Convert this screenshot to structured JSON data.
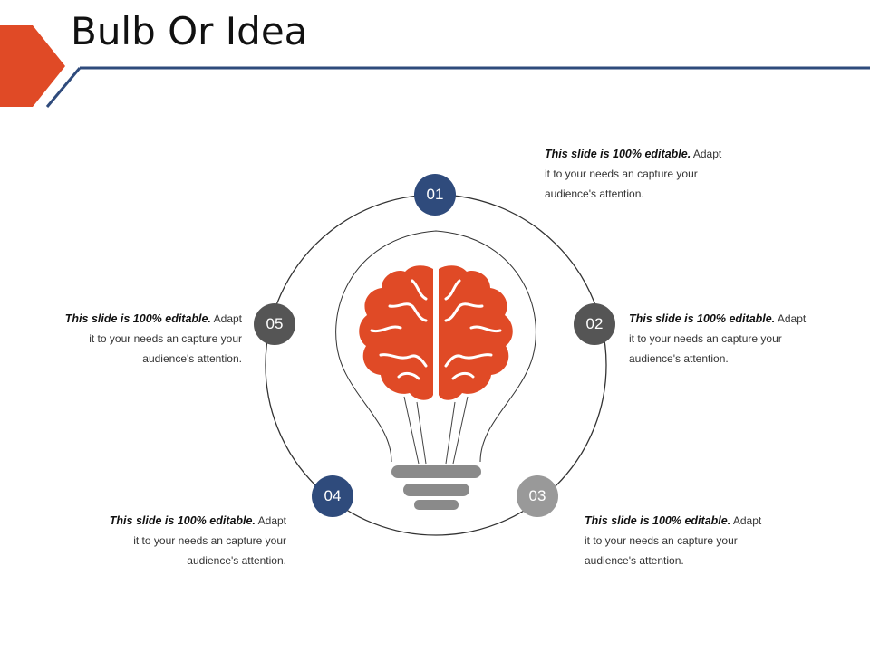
{
  "title": "Bulb Or Idea",
  "colors": {
    "accent": "#e04a26",
    "navy": "#2f4b7c",
    "dark_gray": "#555555",
    "mid_gray": "#777777",
    "light_gray": "#999999",
    "bulb_base": "#8a8a8a"
  },
  "items": [
    {
      "num": "01",
      "bold": "This slide is 100% editable.",
      "text1": "Adapt",
      "text2": "it to your needs an capture your",
      "text3": "audience's attention."
    },
    {
      "num": "02",
      "bold": "This slide is 100% editable.",
      "text1": "Adapt",
      "text2": "it to your needs an capture your",
      "text3": "audience's attention."
    },
    {
      "num": "03",
      "bold": "This slide is 100% editable.",
      "text1": "Adapt",
      "text2": "it to your needs an capture your",
      "text3": "audience's attention."
    },
    {
      "num": "04",
      "bold": "This slide is 100% editable.",
      "text1": "Adapt",
      "text2": "it to your needs an capture your",
      "text3": "audience's attention."
    },
    {
      "num": "05",
      "bold": "This slide is 100% editable.",
      "text1": "Adapt",
      "text2": "it to your needs an capture your",
      "text3": "audience's attention."
    }
  ],
  "icons": {
    "center": "brain-bulb-icon"
  }
}
